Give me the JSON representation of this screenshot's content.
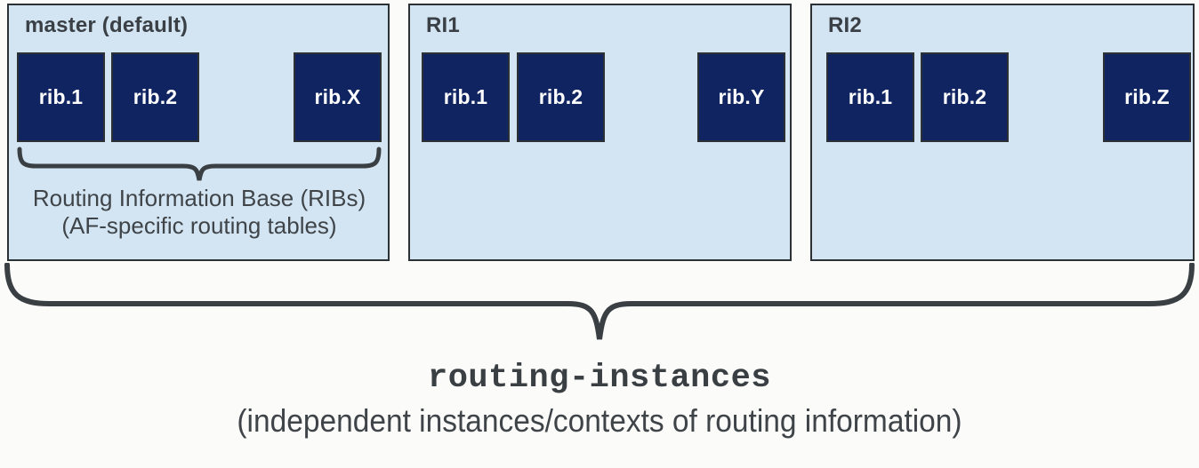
{
  "diagram": {
    "background_color": "#fbfbf9",
    "panel_fill": "#d3e5f2",
    "panel_border": "#2b3135",
    "rib_fill": "#0f2460",
    "rib_text_color": "#ffffff",
    "text_color": "#3f4449",
    "brace_color": "#3a3f44"
  },
  "panels": [
    {
      "id": "master",
      "title": "master (default)",
      "ribs": [
        {
          "label": "rib.1"
        },
        {
          "label": "rib.2"
        },
        {
          "label": "rib.X"
        }
      ],
      "caption_line1": "Routing Information Base (RIBs)",
      "caption_line2": "(AF-specific routing tables)"
    },
    {
      "id": "ri1",
      "title": "RI1",
      "ribs": [
        {
          "label": "rib.1"
        },
        {
          "label": "rib.2"
        },
        {
          "label": "rib.Y"
        }
      ]
    },
    {
      "id": "ri2",
      "title": "RI2",
      "ribs": [
        {
          "label": "rib.1"
        },
        {
          "label": "rib.2"
        },
        {
          "label": "rib.Z"
        }
      ]
    }
  ],
  "footer": {
    "title": "routing-instances",
    "subtitle": "(independent instances/contexts of routing information)"
  }
}
